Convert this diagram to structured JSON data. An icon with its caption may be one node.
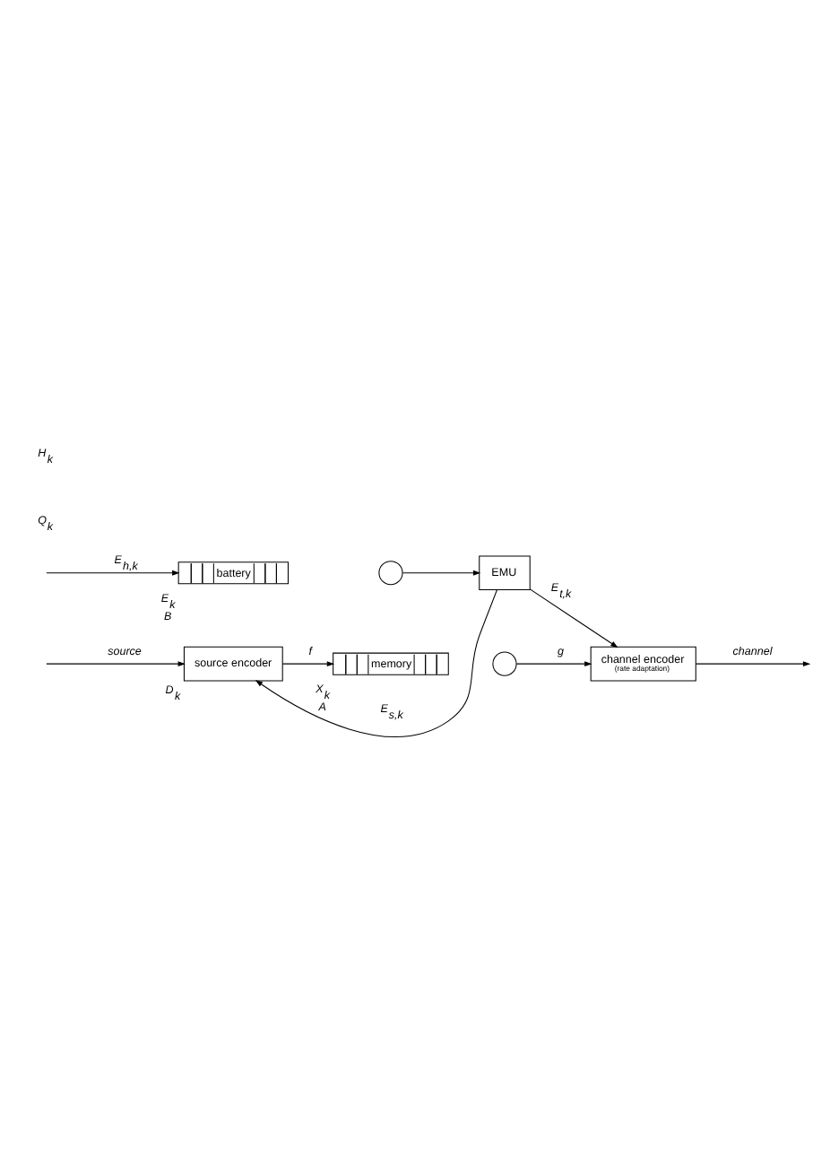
{
  "diagram": {
    "nodes": [
      {
        "text": [
          "source encoder"
        ],
        "beside": [
          "D$_{k}$"
        ]
      },
      {
        "text": [
          "memory"
        ],
        "beside": [
          "X$_{k}$",
          "A"
        ]
      },
      {
        "text": [],
        "shape": "circle"
      },
      {
        "text": [
          "channel encoder",
          "(rate adaptation)"
        ]
      },
      {
        "text": [
          "battery"
        ],
        "beside": [
          "E$_{k}$",
          "B"
        ]
      },
      {
        "text": [],
        "shape": "circle"
      },
      {
        "text": [
          "EMU"
        ]
      }
    ],
    "edges": [
      {
        "from": null,
        "to": 0,
        "arrow": "to",
        "label": "source"
      },
      {
        "from": 0,
        "to": 1,
        "arrow": "to",
        "label": "f"
      },
      {
        "from": 2,
        "to": 3,
        "arrow": "to",
        "label": "g"
      },
      {
        "from": 3,
        "to": null,
        "arrow": "to",
        "label": "channel"
      },
      {
        "from": 6,
        "to": 0,
        "arrow": "to",
        "label": "E$_{s,k}$"
      },
      {
        "from": 6,
        "to": 3,
        "arrow": "to",
        "label": "E$_{t,k}$"
      },
      {
        "from": null,
        "to": 4,
        "arrow": "to",
        "label": "E$_{h,k}$"
      },
      {
        "from": 5,
        "to": 6,
        "arrow": "to"
      }
    ],
    "labels": [
      "Q$_{k}$",
      "H$_{k}$"
    ]
  }
}
